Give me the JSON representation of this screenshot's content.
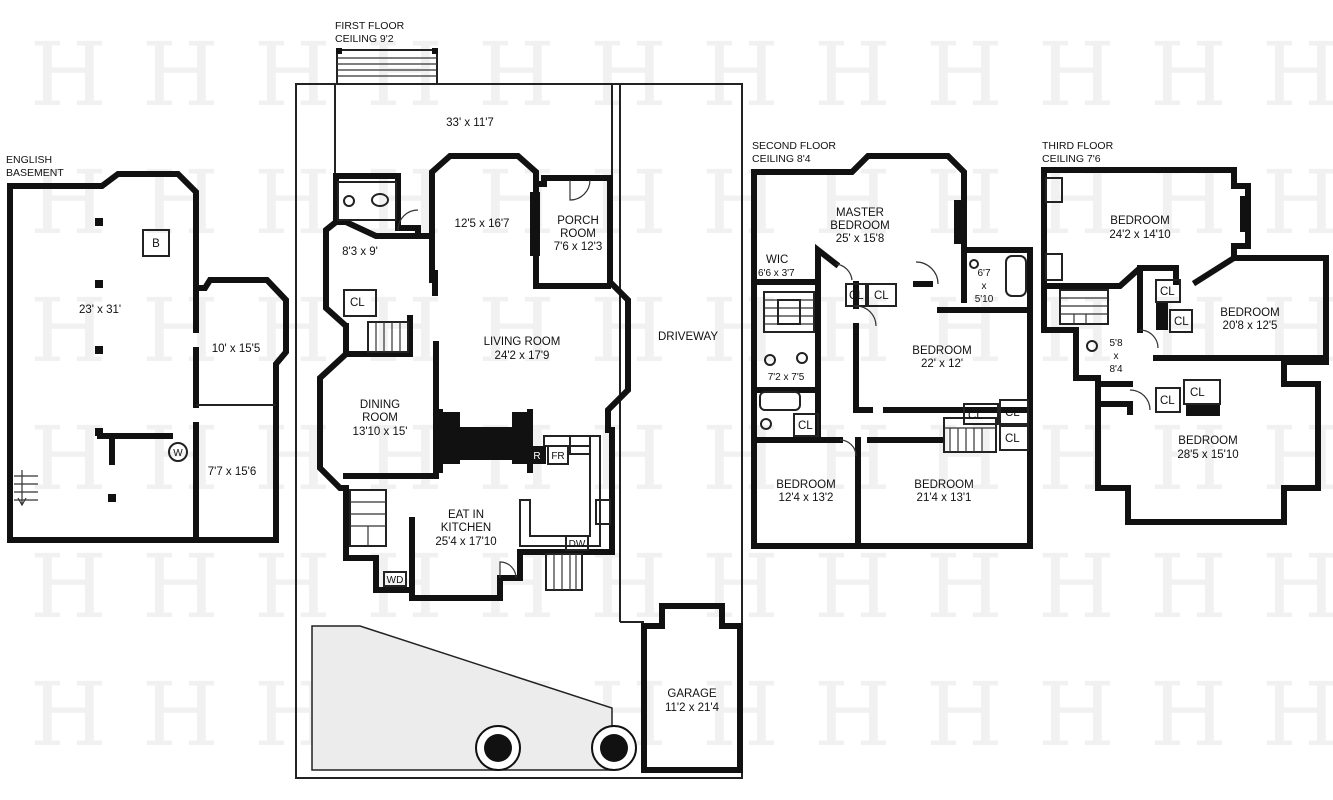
{
  "basement": {
    "title_line1": "ENGLISH",
    "title_line2": "BASEMENT",
    "main_room": "23' x 31'",
    "room_a": "10' x 15'5",
    "room_b": "7'7 x 15'6",
    "boiler": "B",
    "water_heater": "W"
  },
  "first_floor": {
    "title_line1": "FIRST FLOOR",
    "title_line2": "CEILING 9'2",
    "deck": "33' x 11'7",
    "front_room": "12'5 x 16'7",
    "porch_room_name": "PORCH",
    "porch_room_name2": "ROOM",
    "porch_room_dim": "7'6 x 12'3",
    "small_room": "8'3 x 9'",
    "closet": "CL",
    "living_room_name": "LIVING ROOM",
    "living_room_dim": "24'2 x 17'9",
    "dining_room_name": "DINING",
    "dining_room_name2": "ROOM",
    "dining_room_dim": "13'10 x 15'",
    "kitchen_name": "EAT IN",
    "kitchen_name2": "KITCHEN",
    "kitchen_dim": "25'4 x 17'10",
    "refrigerator": "R",
    "freezer": "FR",
    "dishwasher": "DW",
    "washer_dryer": "WD",
    "driveway": "DRIVEWAY",
    "garage_name": "GARAGE",
    "garage_dim": "11'2 x 21'4"
  },
  "second_floor": {
    "title_line1": "SECOND FLOOR",
    "title_line2": "CEILING 8'4",
    "master_name": "MASTER",
    "master_name2": "BEDROOM",
    "master_dim": "25' x 15'8",
    "wic": "WIC",
    "wic_dim": "6'6 x 3'7",
    "bath_dim_a": "6'7",
    "bath_dim_x": "x",
    "bath_dim_b": "5'10",
    "closet": "CL",
    "bedroom_center_name": "BEDROOM",
    "bedroom_center_dim": "22' x 12'",
    "bath2_dim": "7'2 x 7'5",
    "bedroom_sw_name": "BEDROOM",
    "bedroom_sw_dim": "12'4 x 13'2",
    "bedroom_se_name": "BEDROOM",
    "bedroom_se_dim": "21'4 x 13'1"
  },
  "third_floor": {
    "title_line1": "THIRD FLOOR",
    "title_line2": "CEILING 7'6",
    "bedroom_n_name": "BEDROOM",
    "bedroom_n_dim": "24'2 x 14'10",
    "bedroom_e_name": "BEDROOM",
    "bedroom_e_dim": "20'8 x 12'5",
    "bath_dim_a": "5'8",
    "bath_dim_x": "x",
    "bath_dim_b": "8'4",
    "closet": "CL",
    "bedroom_s_name": "BEDROOM",
    "bedroom_s_dim": "28'5 x 15'10"
  },
  "watermark_glyph": "H"
}
